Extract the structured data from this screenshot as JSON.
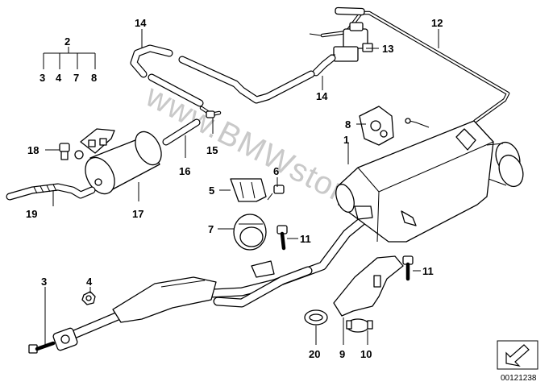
{
  "callouts": {
    "c1": "1",
    "c2": "2",
    "c3a": "3",
    "c4a": "4",
    "c7a": "7",
    "c8a": "8",
    "c3b": "3",
    "c4b": "4",
    "c5": "5",
    "c6": "6",
    "c7b": "7",
    "c8b": "8",
    "c9": "9",
    "c10": "10",
    "c11a": "11",
    "c11b": "11",
    "c12": "12",
    "c13": "13",
    "c14a": "14",
    "c14b": "14",
    "c15": "15",
    "c16": "16",
    "c17": "17",
    "c18": "18",
    "c19": "19",
    "c20": "20"
  },
  "watermark": "www.BMWstore.pl",
  "diagram_number": "00121238",
  "colors": {
    "line": "#000000",
    "watermark": "#c9c9c9",
    "background": "#ffffff"
  },
  "icons": {
    "direction": "arrow-corner-icon"
  }
}
